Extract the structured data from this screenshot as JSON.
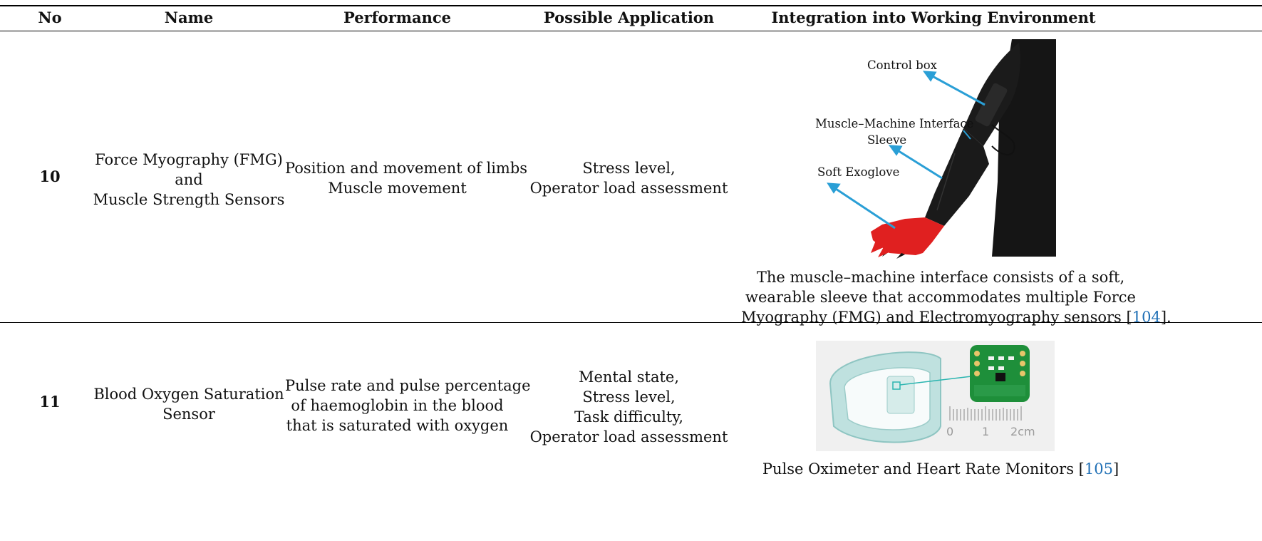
{
  "header": {
    "no": "No",
    "name": "Name",
    "performance": "Performance",
    "application": "Possible Application",
    "integration": "Integration into Working Environment"
  },
  "rows": [
    {
      "no": "10",
      "name_lines": [
        "Force Myography (FMG)",
        "and",
        "Muscle Strength Sensors"
      ],
      "performance_lines": [
        "Position and movement of limbs",
        "Muscle movement"
      ],
      "application_lines": [
        "Stress level,",
        "Operator load assessment"
      ],
      "figure_labels": {
        "control_box": "Control box",
        "sleeve_line1": "Muscle–Machine Interface",
        "sleeve_line2": "Sleeve",
        "exoglove": "Soft Exoglove"
      },
      "caption_lines": [
        "The muscle–machine interface consists of a soft,",
        "wearable sleeve that accommodates multiple Force"
      ],
      "caption_last": "Myography (FMG) and Electromyography sensors [",
      "caption_ref": "104",
      "caption_end": "]."
    },
    {
      "no": "11",
      "name_lines": [
        "Blood Oxygen Saturation",
        "Sensor"
      ],
      "performance_lines": [
        "Pulse rate and pulse percentage",
        "of haemoglobin in the blood",
        "that is saturated with oxygen"
      ],
      "application_lines": [
        "Mental state,",
        "Stress level,",
        "Task difficulty,",
        "Operator load assessment"
      ],
      "figure_labels": {
        "scale_0": "0",
        "scale_1": "1",
        "scale_2": "2cm"
      },
      "caption_text": "Pulse Oximeter and Heart Rate Monitors [",
      "caption_ref": "105",
      "caption_end": "]"
    }
  ],
  "colors": {
    "citation": "#1f6fb5",
    "arrow": "#2a9fd6",
    "glove": "#e02020",
    "pcb": "#1e8f3a"
  }
}
